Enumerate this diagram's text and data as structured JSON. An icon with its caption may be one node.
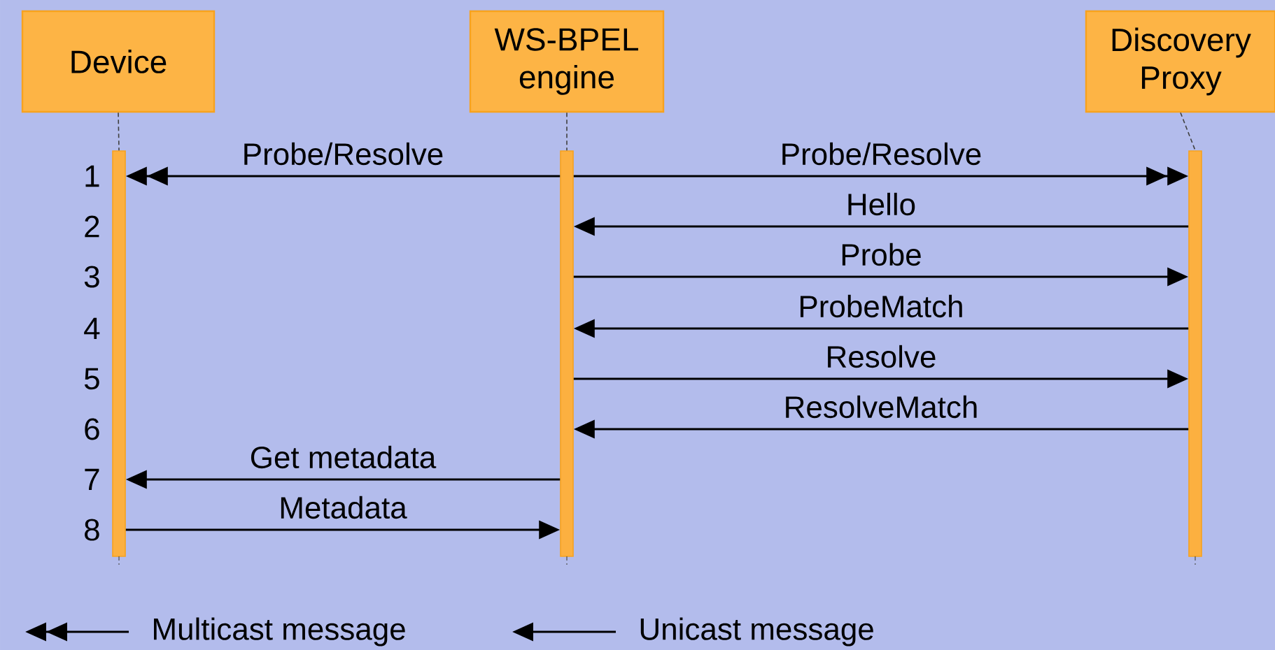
{
  "diagram": {
    "nodes": [
      {
        "text": [
          "Device"
        ]
      },
      {
        "text": [
          "WS-BPEL engine"
        ]
      },
      {
        "text": [
          "Discovery Proxy"
        ]
      },
      {
        "text": [],
        "shape": "bar"
      },
      {
        "text": [],
        "shape": "bar"
      },
      {
        "text": [],
        "shape": "bar"
      }
    ],
    "edges": [
      {
        "from": 0,
        "to": 3,
        "arrow": "none",
        "style": "dashed"
      },
      {
        "from": 1,
        "to": 4,
        "arrow": "none",
        "style": "dashed"
      },
      {
        "from": 2,
        "to": 5,
        "arrow": "none",
        "style": "dashed"
      },
      {
        "from": 4,
        "to": 3,
        "arrow": "to",
        "label": "Probe/Resolve"
      },
      {
        "from": 4,
        "to": 5,
        "arrow": "to",
        "label": "Probe/Resolve"
      },
      {
        "from": 5,
        "to": 4,
        "arrow": "to",
        "label": "Hello"
      },
      {
        "from": 4,
        "to": 5,
        "arrow": "to",
        "label": "Probe"
      },
      {
        "from": 5,
        "to": 4,
        "arrow": "to",
        "label": "ProbeMatch"
      },
      {
        "from": 4,
        "to": 5,
        "arrow": "to",
        "label": "Resolve"
      },
      {
        "from": 5,
        "to": 4,
        "arrow": "to",
        "label": "ResolveMatch"
      },
      {
        "from": 4,
        "to": 3,
        "arrow": "to",
        "label": "Get metadata"
      },
      {
        "from": 3,
        "to": 4,
        "arrow": "to",
        "label": "Metadata"
      }
    ],
    "labels": [
      "1",
      "2",
      "3",
      "4",
      "5",
      "6",
      "7",
      "8"
    ],
    "legend": [
      {
        "text": "Multicast message"
      },
      {
        "text": "Unicast message"
      }
    ]
  }
}
